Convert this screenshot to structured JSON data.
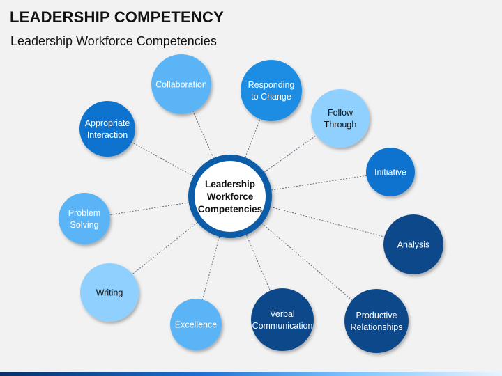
{
  "header": {
    "title": "LEADERSHIP COMPETENCY",
    "subtitle": "Leadership Workforce Competencies"
  },
  "center": {
    "lines": [
      "Leadership",
      "Workforce",
      "Competencies"
    ],
    "ring_color": "#0b5ca8"
  },
  "nodes": [
    {
      "name": "collaboration",
      "lines": [
        "Collaboration"
      ],
      "color": "#5ab4f5",
      "text_color": "#ffffff"
    },
    {
      "name": "responding-to-change",
      "lines": [
        "Responding",
        "to Change"
      ],
      "color": "#1a8de3",
      "text_color": "#ffffff"
    },
    {
      "name": "follow-through",
      "lines": [
        "Follow",
        "Through"
      ],
      "color": "#8fd0ff",
      "text_color": "#111111"
    },
    {
      "name": "initiative",
      "lines": [
        "Initiative"
      ],
      "color": "#0d73cf",
      "text_color": "#ffffff"
    },
    {
      "name": "analysis",
      "lines": [
        "Analysis"
      ],
      "color": "#0b4a8a",
      "text_color": "#ffffff"
    },
    {
      "name": "productive-relationships",
      "lines": [
        "Productive",
        "Relationships"
      ],
      "color": "#0b4a8a",
      "text_color": "#ffffff"
    },
    {
      "name": "verbal-communication",
      "lines": [
        "Verbal",
        "Communication"
      ],
      "color": "#0b4a8a",
      "text_color": "#ffffff"
    },
    {
      "name": "excellence",
      "lines": [
        "Excellence"
      ],
      "color": "#5ab4f5",
      "text_color": "#ffffff"
    },
    {
      "name": "writing",
      "lines": [
        "Writing"
      ],
      "color": "#8fd0ff",
      "text_color": "#111111"
    },
    {
      "name": "problem-solving",
      "lines": [
        "Problem",
        "Solving"
      ],
      "color": "#5ab4f5",
      "text_color": "#ffffff"
    },
    {
      "name": "appropriate-interaction",
      "lines": [
        "Appropriate",
        "Interaction"
      ],
      "color": "#0d73cf",
      "text_color": "#ffffff"
    }
  ]
}
